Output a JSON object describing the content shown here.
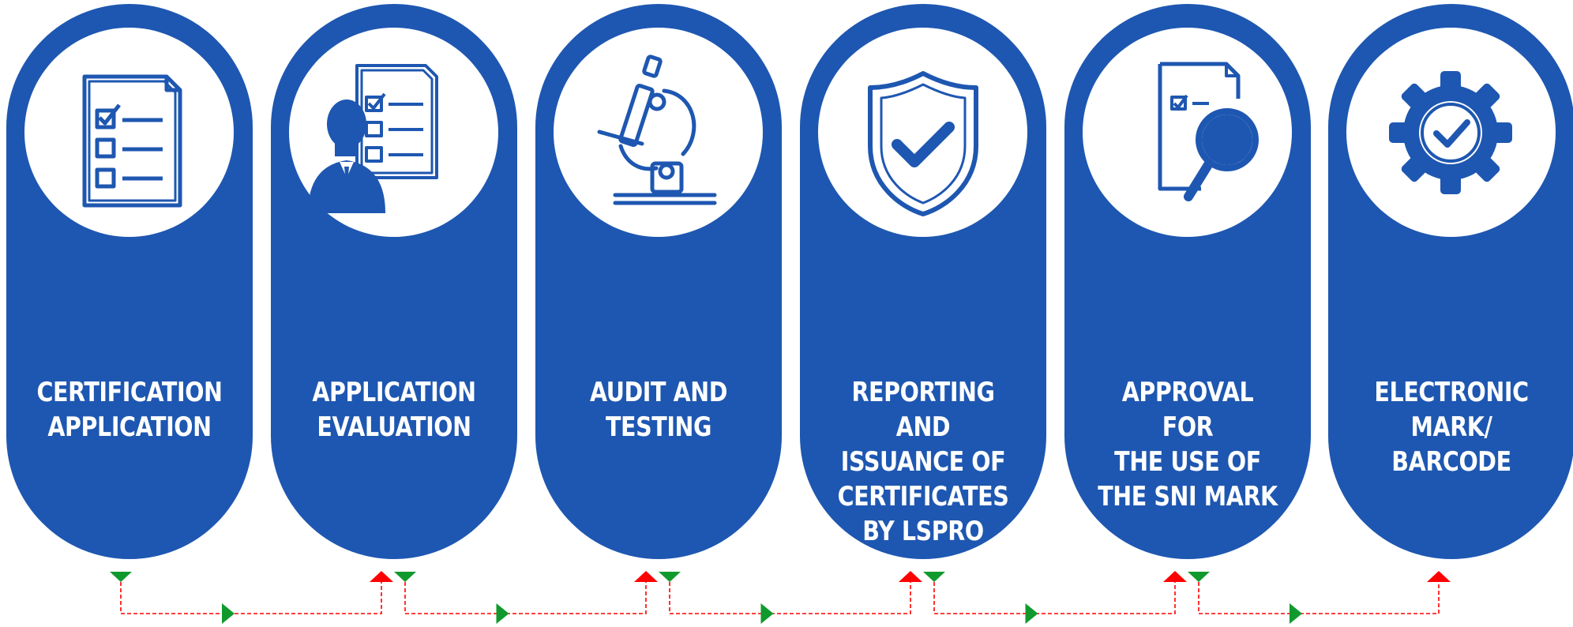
{
  "steps": [
    {
      "icon": "checklist-document-icon",
      "lines": [
        "CERTIFICATION",
        "APPLICATION"
      ]
    },
    {
      "icon": "person-checklist-icon",
      "lines": [
        "APPLICATION",
        "EVALUATION"
      ]
    },
    {
      "icon": "microscope-icon",
      "lines": [
        "AUDIT AND",
        "TESTING"
      ]
    },
    {
      "icon": "shield-check-icon",
      "lines": [
        "REPORTING AND",
        "ISSUANCE OF",
        "CERTIFICATES",
        "BY LSPRO"
      ]
    },
    {
      "icon": "document-magnifier-icon",
      "lines": [
        "APPROVAL FOR",
        "THE USE OF",
        "THE SNI MARK"
      ]
    },
    {
      "icon": "gear-check-icon",
      "lines": [
        "ELECTRONIC",
        "MARK/",
        "BARCODE"
      ]
    }
  ],
  "colors": {
    "pill": "#1e57b1",
    "icon_line": "#1e57b1",
    "disc": "#ffffff",
    "connector_line": "#ff0000",
    "out_arrow": "#109a2e",
    "in_arrow": "#ff0000"
  }
}
